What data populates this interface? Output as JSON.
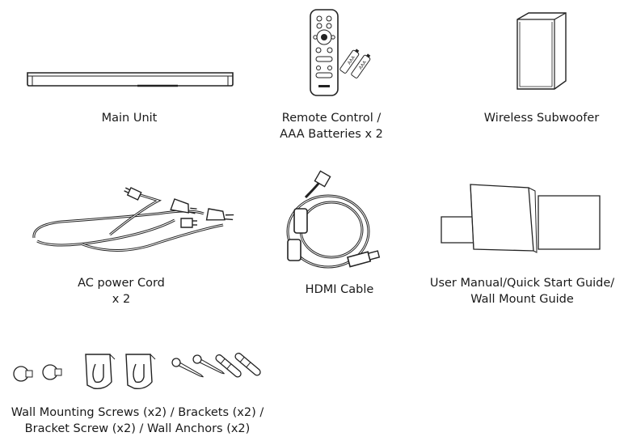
{
  "items": [
    {
      "icon": "soundbar-icon",
      "line1": "Main Unit",
      "line2": ""
    },
    {
      "icon": "remote-control-icon",
      "line1": "Remote Control /",
      "line2": "AAA Batteries x 2",
      "battery_text": "AAA"
    },
    {
      "icon": "subwoofer-icon",
      "line1": "Wireless Subwoofer",
      "line2": ""
    },
    {
      "icon": "power-cord-icon",
      "line1": "AC power Cord",
      "line2": "x 2"
    },
    {
      "icon": "hdmi-cable-icon",
      "line1": "HDMI Cable",
      "line2": ""
    },
    {
      "icon": "manual-booklets-icon",
      "line1": "User Manual/Quick Start Guide/",
      "line2": "Wall Mount Guide"
    },
    {
      "icon": "mounting-hardware-icon",
      "line1": "Wall Mounting Screws (x2) / Brackets (x2) /",
      "line2": "Bracket Screw (x2) / Wall Anchors (x2)"
    }
  ]
}
